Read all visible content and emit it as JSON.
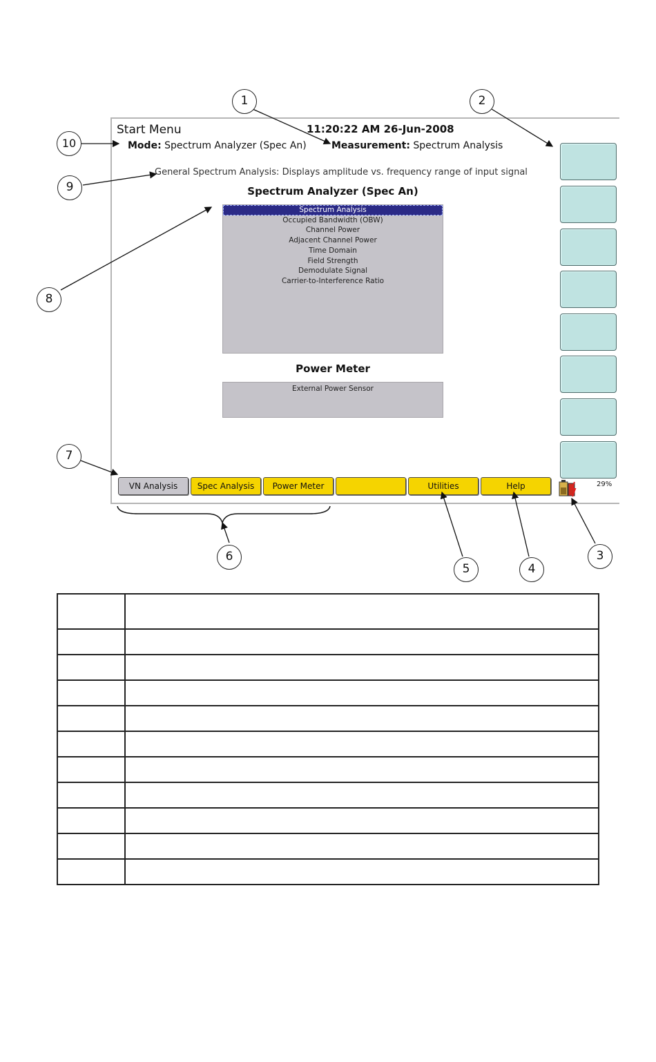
{
  "screen": {
    "title": "Start Menu",
    "clock": "11:20:22 AM 26-Jun-2008",
    "mode_label": "Mode:",
    "mode_value": "Spectrum Analyzer (Spec An)",
    "measurement_label": "Measurement:",
    "measurement_value": "Spectrum Analysis",
    "description": "General Spectrum Analysis: Displays amplitude vs. frequency range of input signal"
  },
  "spec_an": {
    "heading": "Spectrum Analyzer (Spec An)",
    "items": [
      "Spectrum Analysis",
      "Occupied Bandwidth (OBW)",
      "Channel Power",
      "Adjacent Channel Power",
      "Time Domain",
      "Field Strength",
      "Demodulate Signal",
      "Carrier-to-Interference Ratio"
    ],
    "selected_index": 0
  },
  "power_meter": {
    "heading": "Power Meter",
    "items": [
      "External Power Sensor"
    ]
  },
  "bottom_buttons": [
    {
      "label": "VN Analysis",
      "active": true
    },
    {
      "label": "Spec Analysis"
    },
    {
      "label": "Power Meter"
    },
    {
      "label": ""
    },
    {
      "label": "Utilities"
    },
    {
      "label": "Help"
    }
  ],
  "battery": {
    "percent": "29%"
  },
  "callouts": [
    "1",
    "2",
    "3",
    "4",
    "5",
    "6",
    "7",
    "8",
    "9",
    "10"
  ],
  "colors": {
    "softkey": "#bfe3e1",
    "bottom_button": "#f5d400",
    "selected_item": "#2b2a86",
    "list_background": "#c5c3c9"
  }
}
